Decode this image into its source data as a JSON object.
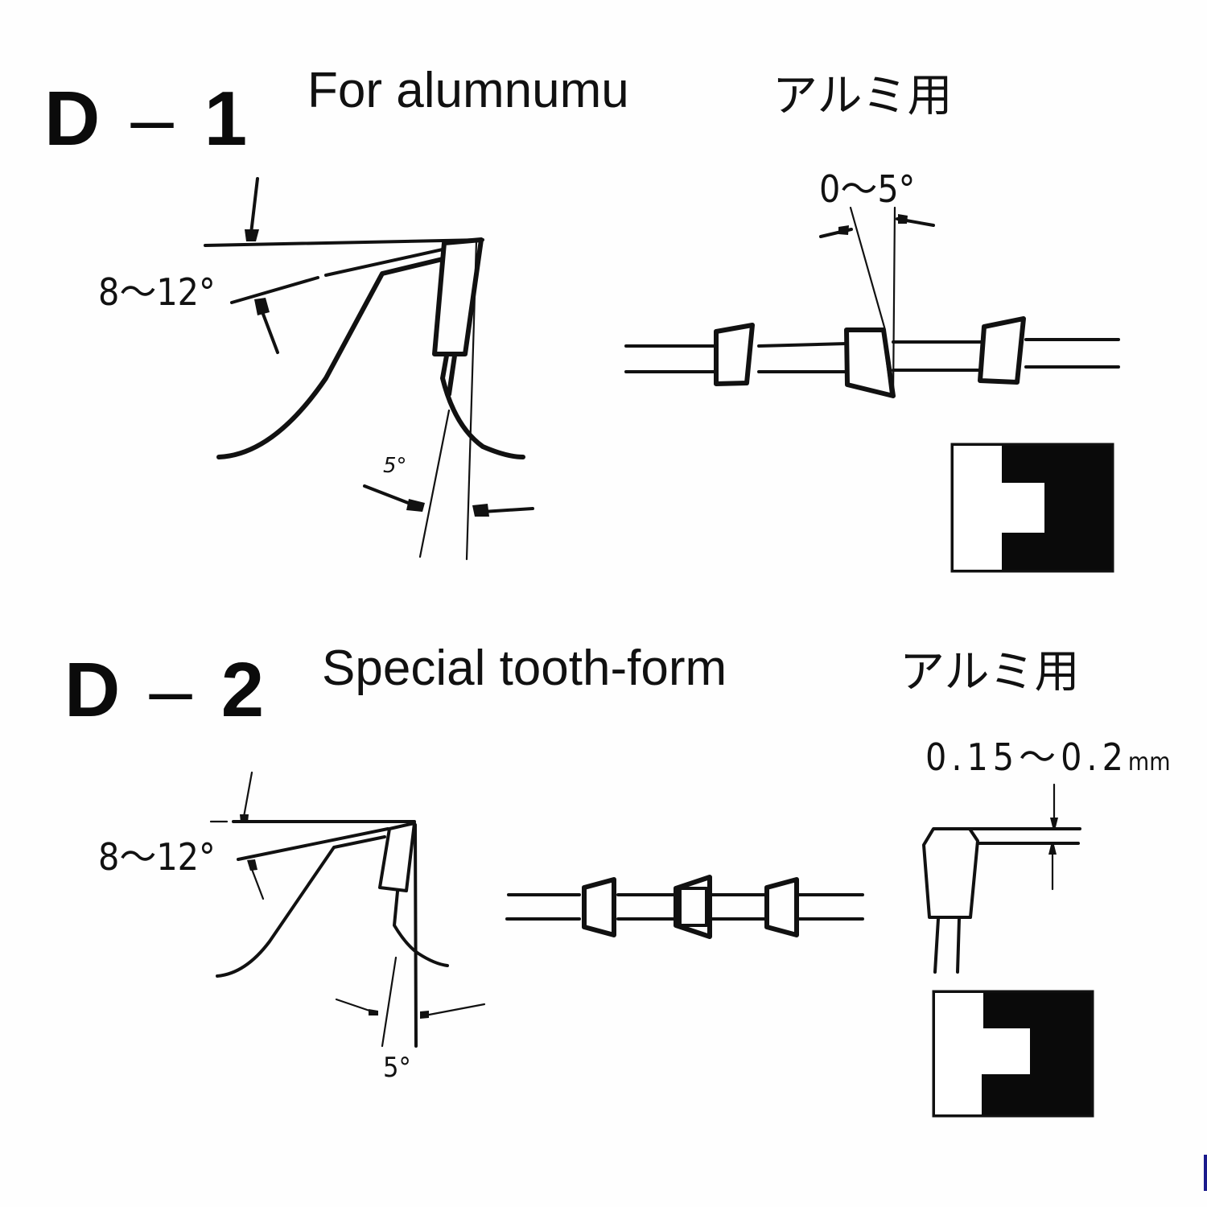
{
  "sections": [
    {
      "code": "D–1",
      "code_parts": {
        "letter": "D",
        "dash": "–",
        "number": "1"
      },
      "description": "For alumnumu",
      "japanese": "アルミ用",
      "side_view": {
        "rake_angle_label": "8〜12°",
        "clearance_angle_label": "5°"
      },
      "top_view": {
        "angle_label": "0〜5°"
      },
      "tooth_profile_icon": "tooth-profile-symbol"
    },
    {
      "code": "D–2",
      "code_parts": {
        "letter": "D",
        "dash": "–",
        "number": "2"
      },
      "description": "Special tooth-form",
      "japanese": "アルミ用",
      "side_view": {
        "rake_angle_label": "8〜12°",
        "clearance_angle_label": "5°"
      },
      "chamfer_view": {
        "dimension_label": "0.15〜0.2",
        "unit": "mm"
      },
      "tooth_profile_icon": "tooth-profile-symbol"
    }
  ],
  "colors": {
    "ink": "#111111",
    "paper": "#fefefe",
    "edge_mark": "#1a1a8c"
  }
}
